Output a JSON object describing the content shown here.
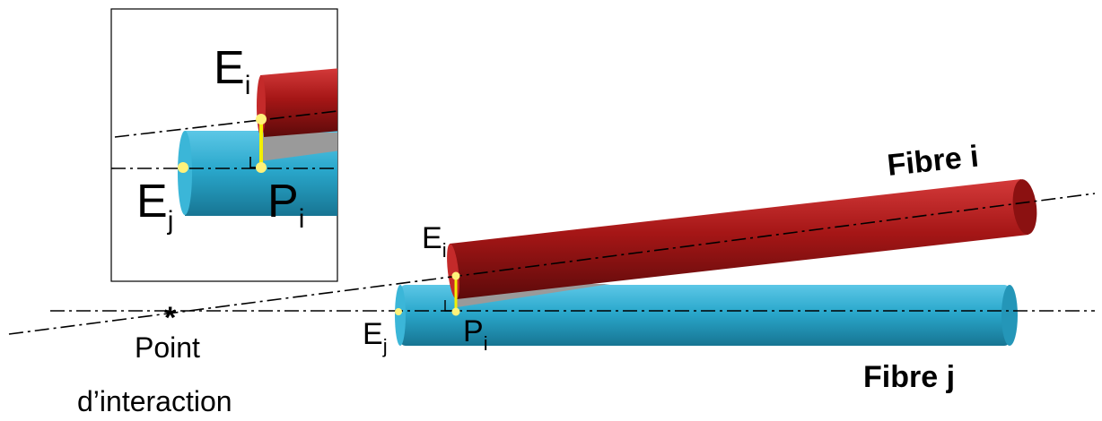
{
  "inset": {
    "label_ei": "E",
    "label_ei_sub": "i",
    "label_ej": "E",
    "label_ej_sub": "j",
    "label_pi": "P",
    "label_pi_sub": "i"
  },
  "main": {
    "label_ei": "E",
    "label_ei_sub": "i",
    "label_ej": "E",
    "label_ej_sub": "j",
    "label_pi": "P",
    "label_pi_sub": "i",
    "fibre_i_label": "Fibre i",
    "fibre_j_label": "Fibre j",
    "interaction_marker": "*",
    "interaction_label_line1": "Point",
    "interaction_label_line2": "d’interaction"
  },
  "colors": {
    "fibre_i": "#b01818",
    "fibre_i_dark": "#6e0d0d",
    "fibre_j": "#2aa8cc",
    "fibre_j_dark": "#1a7b98",
    "contact_point": "#fff27a",
    "contact_segment": "#f3f000",
    "gap_wedge": "#9a9a9a"
  }
}
